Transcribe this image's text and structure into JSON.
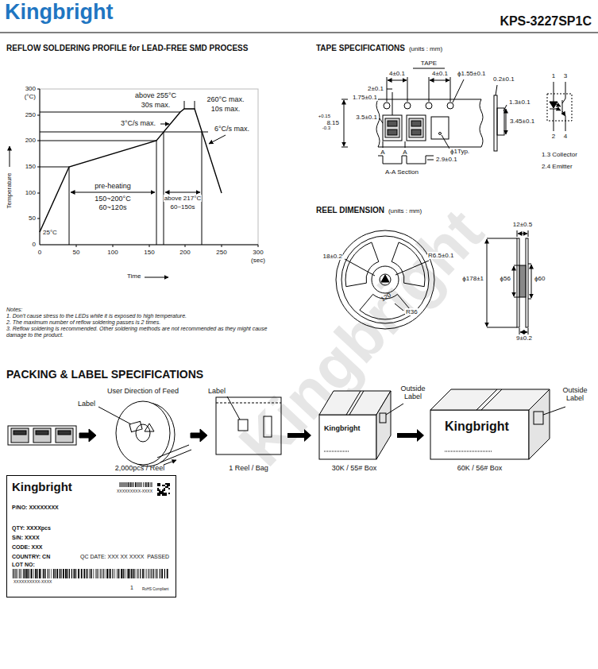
{
  "diagram": {
    "title": "KPS-3227SP1C",
    "nodes": [
      {
        "text": [
          "Label",
          "1 Reel / Bag"
        ]
      },
      {
        "text": [
          "Kingbright",
          "Outside Label",
          "30K / 55# Box"
        ]
      },
      {
        "text": [
          "Kingbright",
          "Outside Label",
          "60K / 56# Box"
        ]
      },
      {
        "text": [
          "Kingbright",
          "XXXXXXXXX-XXXX",
          "P/NO: XXXXXXXX",
          "QTY: XXXXpcs",
          "S/N: XXXX",
          "CODE: XXX",
          "COUNTRY: CN",
          "QC DATE: XXX XX XXXX  PASSED",
          "LOT NO:",
          "XXXXXXXXXX-XXXX",
          "1",
          "RoHS Compliant"
        ]
      }
    ],
    "edges": [
      {
        "from": 0,
        "to": 1,
        "arrow": "to"
      },
      {
        "from": 1,
        "to": 2,
        "arrow": "to"
      }
    ],
    "labels": [
      "Kingbright",
      "REFLOW SOLDERING PROFILE for LEAD-FREE SMD PROCESS",
      "TAPE SPECIFICATIONS",
      "(units : mm)",
      "300",
      "(°C)",
      "250",
      "200",
      "150",
      "100",
      "50",
      "0",
      "0",
      "50",
      "100",
      "150",
      "200",
      "250",
      "300",
      "(sec)",
      "Temperature",
      "Time",
      "25°C",
      "pre-heating",
      "150~200°C",
      "60~120s",
      "above 217°C",
      "60~150s",
      "above 255°C",
      "30s max.",
      "260°C max.",
      "10s max.",
      "3°C/s max.",
      "6°C/s max.",
      "Notes:",
      "1. Don't cause stress to the LEDs while it is exposed to high temperature.",
      "2. The maximum number of reflow soldering passes is 2 times.",
      "3. Reflow soldering is recommended. Other soldering methods are not recommended as they might cause damage to the product.",
      "TAPE",
      "4±0.1",
      "2±0.1",
      "4±0.1",
      "ϕ1.55±0.1",
      "0.2±0.1",
      "1.75±0.1",
      "8.15",
      "+0.15",
      "-0.3",
      "3.5±0.1",
      "A",
      "A",
      "ϕ1Typ.",
      "2.9±0.1",
      "A-A Section",
      "1.3±0.1",
      "3.45±0.1",
      "1",
      "3",
      "2",
      "4",
      "1.3 Collector",
      "2.4 Emitter",
      "REEL DIMENSION",
      "(units : mm)",
      "18±0.2",
      "R6.5±0.1",
      "120",
      "R36",
      "12±0.5",
      "ϕ178±1",
      "ϕ56",
      "ϕ60",
      "9±0.2",
      "PACKING & LABEL SPECIFICATIONS",
      "User Direction of Feed",
      "Label",
      "2,000pcs / Reel",
      "Kingbright"
    ]
  }
}
